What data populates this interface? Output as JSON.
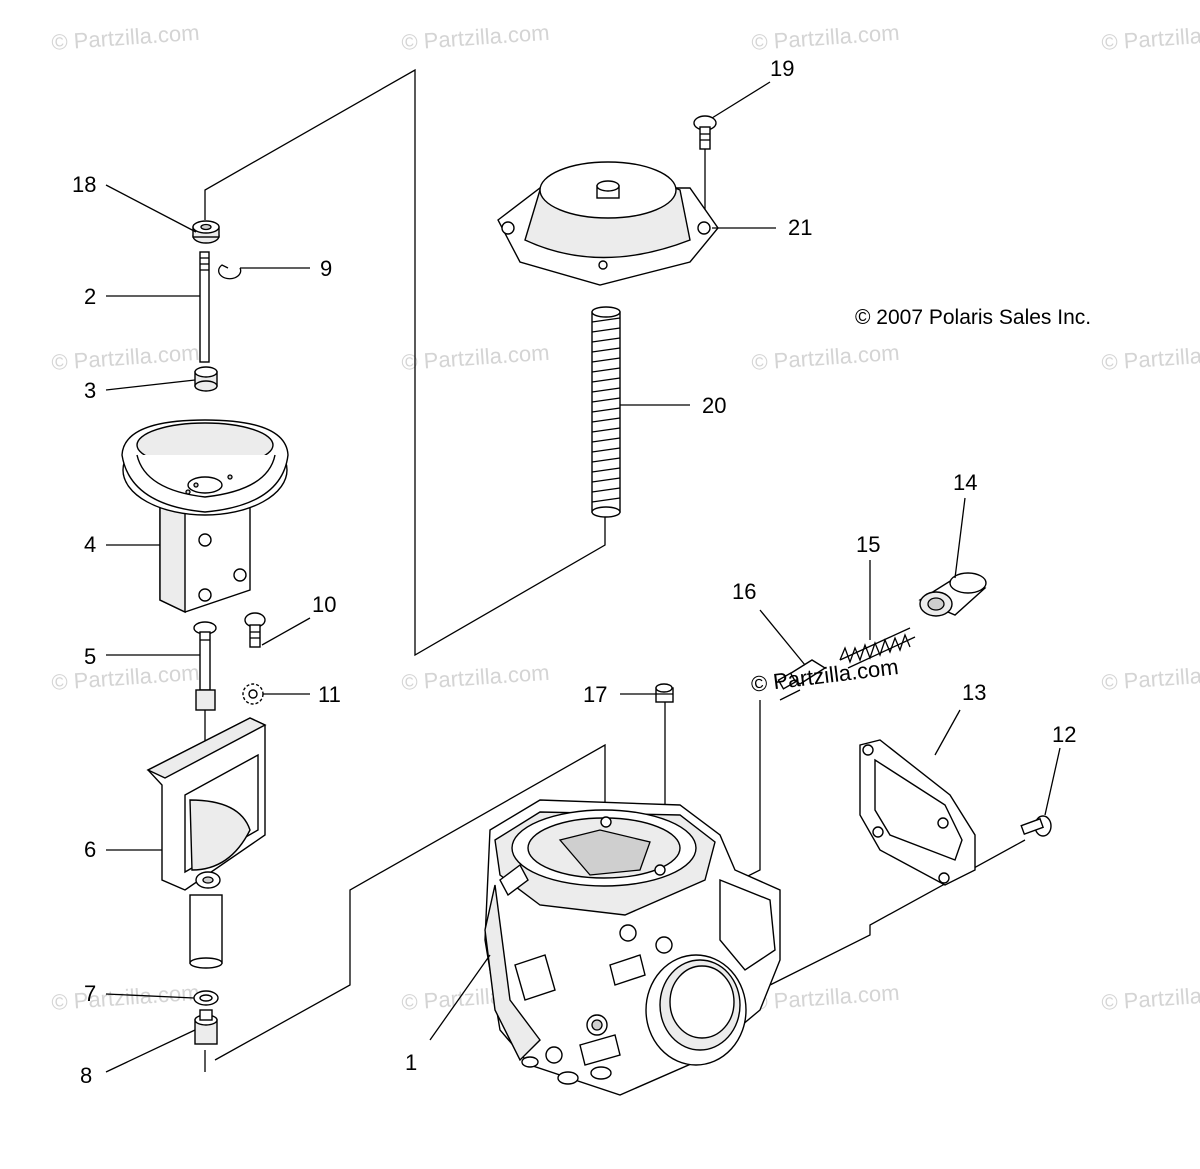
{
  "copyright": "© 2007 Polaris Sales Inc.",
  "watermark": "© Partzilla.com",
  "callouts": [
    "1",
    "2",
    "3",
    "4",
    "5",
    "6",
    "7",
    "8",
    "9",
    "10",
    "11",
    "12",
    "13",
    "14",
    "15",
    "16",
    "17",
    "18",
    "19",
    "20",
    "21"
  ],
  "icons": [
    "carburetor-body-icon",
    "diaphragm-cover-icon",
    "spring-icon",
    "screw-icon",
    "slide-icon",
    "needle-icon",
    "gasket-icon",
    "washer-icon"
  ]
}
